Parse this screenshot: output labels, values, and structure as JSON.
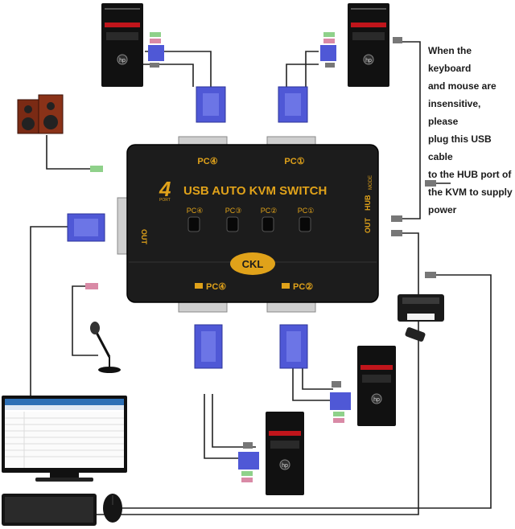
{
  "kvm": {
    "title": "USB AUTO KVM SWITCH",
    "port_count": "4",
    "port_word": "PORT",
    "brand": "CKL",
    "buttons": [
      "PC④",
      "PC③",
      "PC②",
      "PC①"
    ],
    "top_ports": [
      "PC④",
      "PC①"
    ],
    "bottom_ports": [
      "PC④",
      "PC②"
    ],
    "out_left": "OUT",
    "out_right": "OUT",
    "hub": "HUB",
    "mode_label": "MODE"
  },
  "note": {
    "lines": [
      "When the keyboard",
      "and mouse are",
      "insensitive, please",
      "plug this USB cable",
      "to the HUB port of",
      "the KVM to supply",
      "power"
    ]
  },
  "pc_brand": "hp",
  "colors": {
    "kvm_body": "#1c1c1c",
    "kvm_gold": "#e0a21a",
    "vga_blue": "#4f58d6",
    "audio_green": "#8fd18a",
    "audio_pink": "#d98aa6",
    "cable": "#222222"
  }
}
